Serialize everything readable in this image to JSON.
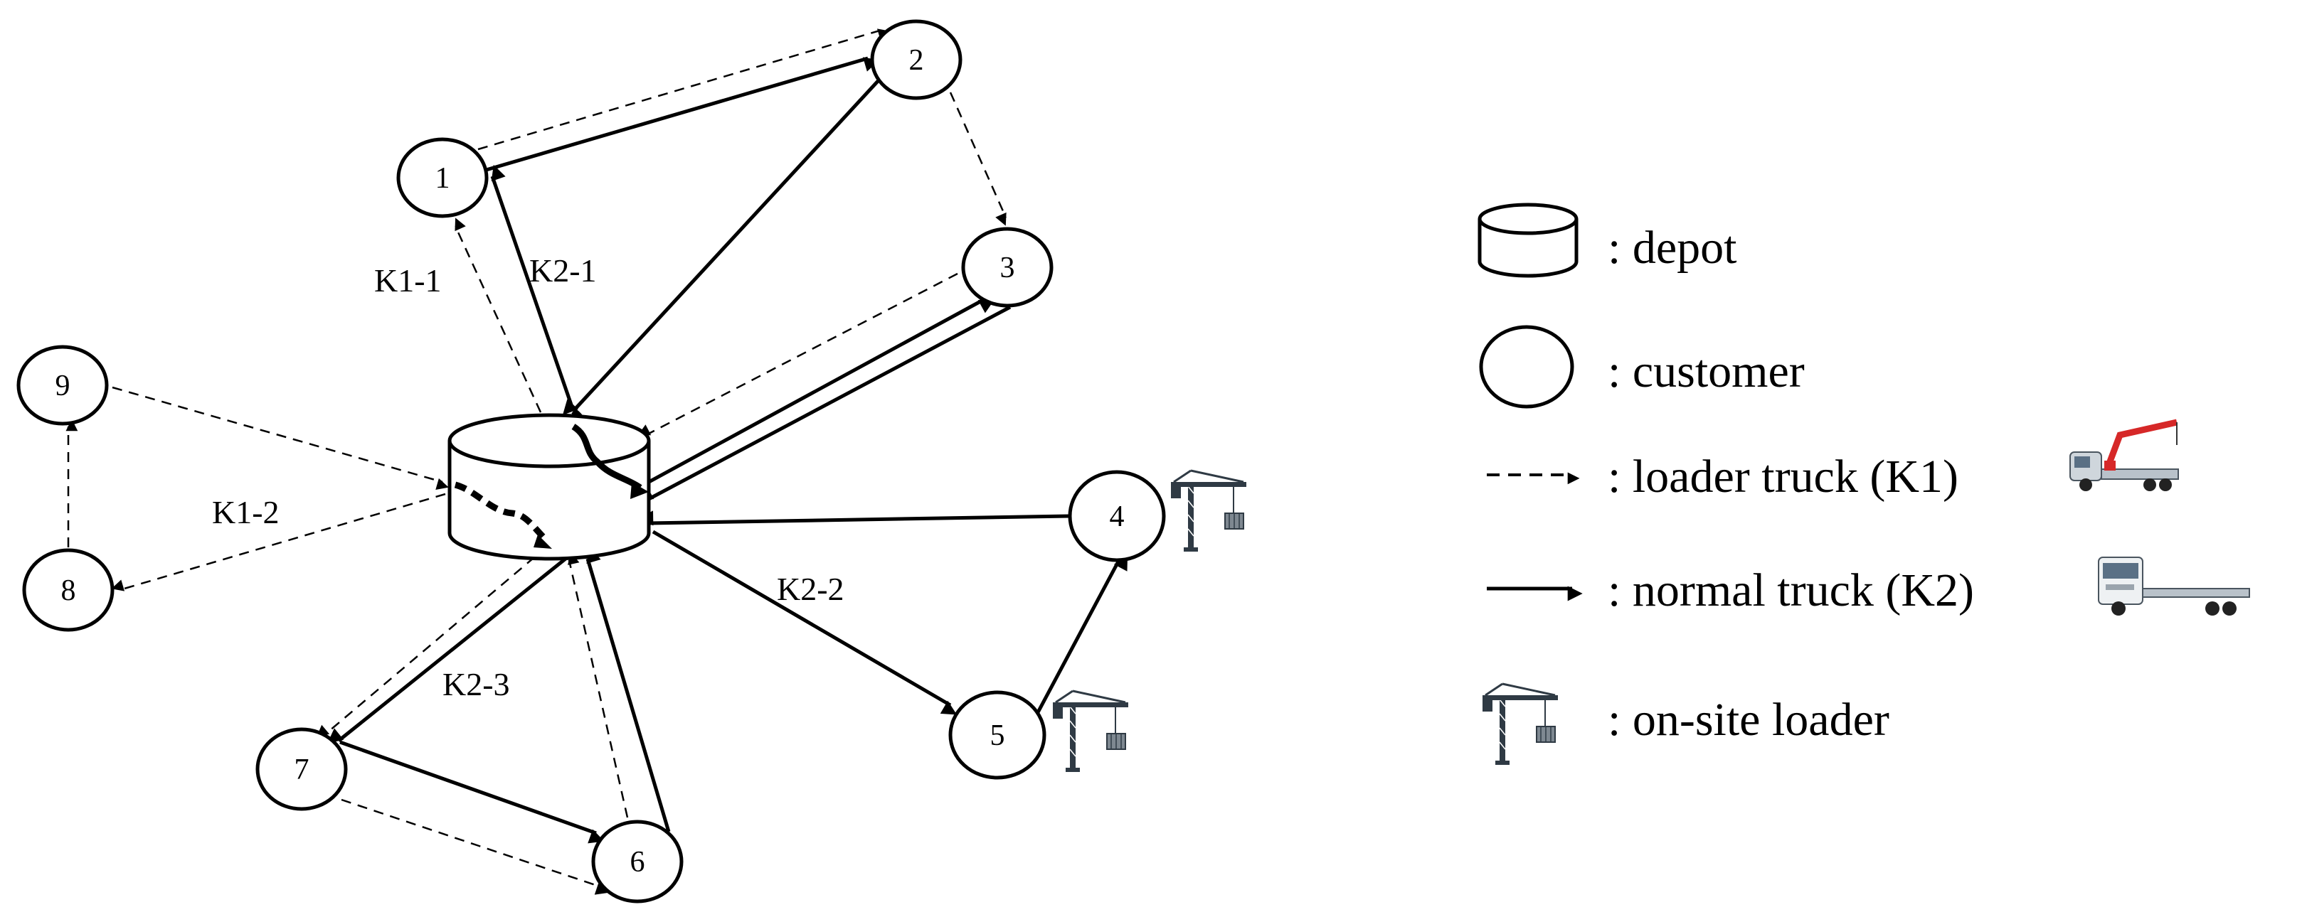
{
  "nodes": [
    {
      "id": "1",
      "label": "1"
    },
    {
      "id": "2",
      "label": "2"
    },
    {
      "id": "3",
      "label": "3"
    },
    {
      "id": "4",
      "label": "4"
    },
    {
      "id": "5",
      "label": "5"
    },
    {
      "id": "6",
      "label": "6"
    },
    {
      "id": "7",
      "label": "7"
    },
    {
      "id": "8",
      "label": "8"
    },
    {
      "id": "9",
      "label": "9"
    }
  ],
  "route_labels": {
    "k1_1": "K1-1",
    "k1_2": "K1-2",
    "k2_1": "K2-1",
    "k2_2": "K2-2",
    "k2_3": "K2-3"
  },
  "legend": {
    "depot": ": depot",
    "customer": ": customer",
    "loader_truck": ": loader truck (K1)",
    "normal_truck": ": normal truck (K2)",
    "onsite_loader": ": on-site loader"
  },
  "icons": {
    "crane": "crane-icon",
    "loader_truck": "loader-truck-icon",
    "normal_truck": "flatbed-truck-icon"
  },
  "colors": {
    "crane_boom": "#d62828",
    "truck_cab": "#cfd6dc"
  }
}
